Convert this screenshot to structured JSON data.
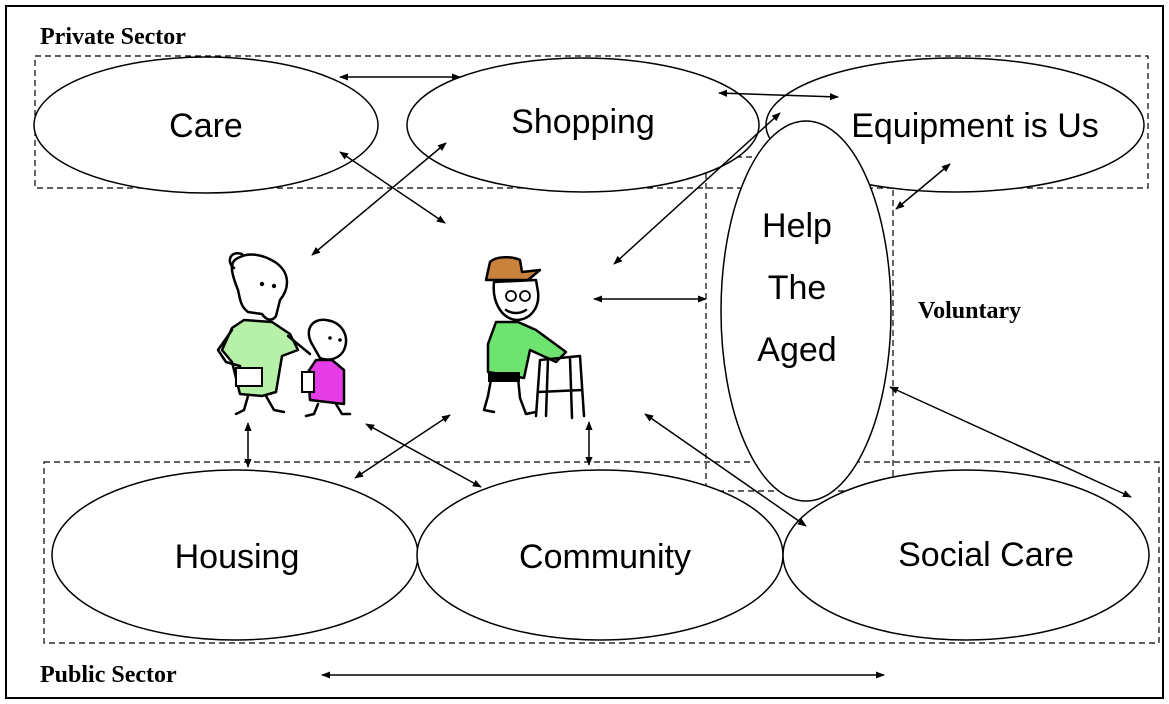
{
  "sectors": {
    "private": "Private Sector",
    "public": "Public Sector",
    "voluntary": "Voluntary"
  },
  "nodes": {
    "care": "Care",
    "shopping": "Shopping",
    "equipment": "Equipment is Us",
    "help_line1": "Help",
    "help_line2": "The",
    "help_line3": "Aged",
    "housing": "Housing",
    "community": "Community",
    "social_care": "Social Care"
  },
  "figures": {
    "carer_pair": "woman-and-child-figure",
    "elderly_man": "elderly-man-with-walker-figure"
  },
  "colors": {
    "line": "#000000",
    "background": "#ffffff",
    "woman_dress": "#b7f0a8",
    "child_dress": "#e63ce6",
    "man_shirt": "#6fe36f",
    "man_hat": "#c8823c"
  }
}
